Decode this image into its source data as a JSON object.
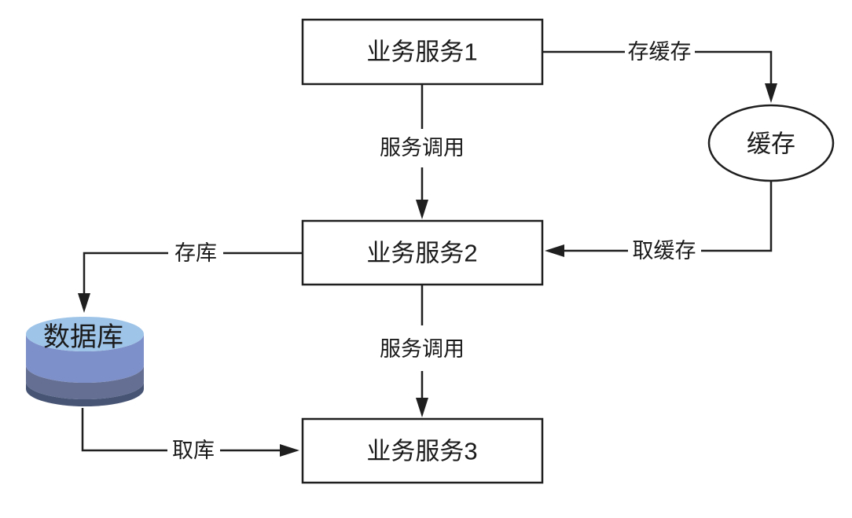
{
  "colors": {
    "background": "#ffffff",
    "line": "#1f1f1f",
    "text": "#1a1a1a",
    "node_fill": "#ffffff"
  },
  "nodes": {
    "service1": {
      "label": "业务服务1",
      "shape": "rectangle"
    },
    "service2": {
      "label": "业务服务2",
      "shape": "rectangle"
    },
    "service3": {
      "label": "业务服务3",
      "shape": "rectangle"
    },
    "cache": {
      "label": "缓存",
      "shape": "ellipse"
    },
    "database": {
      "label": "数据库",
      "shape": "cylinder",
      "colors": {
        "top": "#9ec4e8",
        "upper_band": "#7e90c9",
        "middle_band": "#646f93",
        "bottom_band": "#475474"
      }
    }
  },
  "edges": {
    "service1_to_service2": {
      "label": "服务调用",
      "from": "service1",
      "to": "service2"
    },
    "service1_to_cache": {
      "label": "存缓存",
      "from": "service1",
      "to": "cache"
    },
    "cache_to_service2": {
      "label": "取缓存",
      "from": "cache",
      "to": "service2"
    },
    "service2_to_database": {
      "label": "存库",
      "from": "service2",
      "to": "database"
    },
    "database_to_service3": {
      "label": "取库",
      "from": "database",
      "to": "service3"
    },
    "service2_to_service3": {
      "label": "服务调用",
      "from": "service2",
      "to": "service3"
    }
  }
}
